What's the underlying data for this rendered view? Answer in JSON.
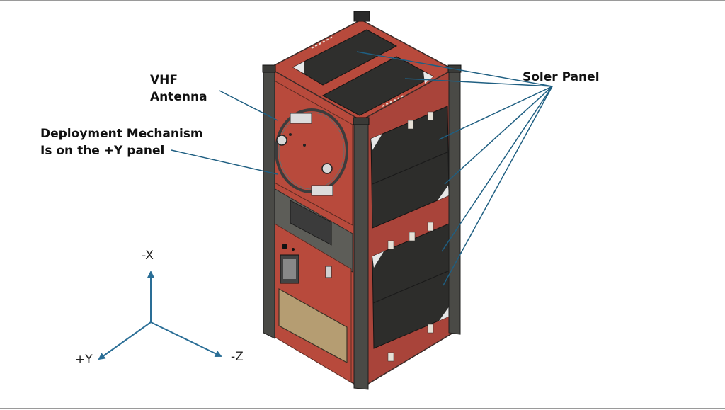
{
  "labels": {
    "vhf_antenna_line1": "VHF",
    "vhf_antenna_line2": "Antenna",
    "deployment_line1": "Deployment Mechanism",
    "deployment_line2": "Is on the +Y panel",
    "solar_panel": "Soler Panel"
  },
  "axes": {
    "x": "-X",
    "y": "+Y",
    "z": "-Z"
  },
  "colors": {
    "chassis_red": "#b84a3c",
    "chassis_red_dark": "#8e3328",
    "rail_gray": "#4a4a46",
    "solar_cell": "#2d2d2b",
    "leader_line": "#1f5f82",
    "axis_arrow": "#2a6e96",
    "plate_tan": "#b59d72"
  }
}
